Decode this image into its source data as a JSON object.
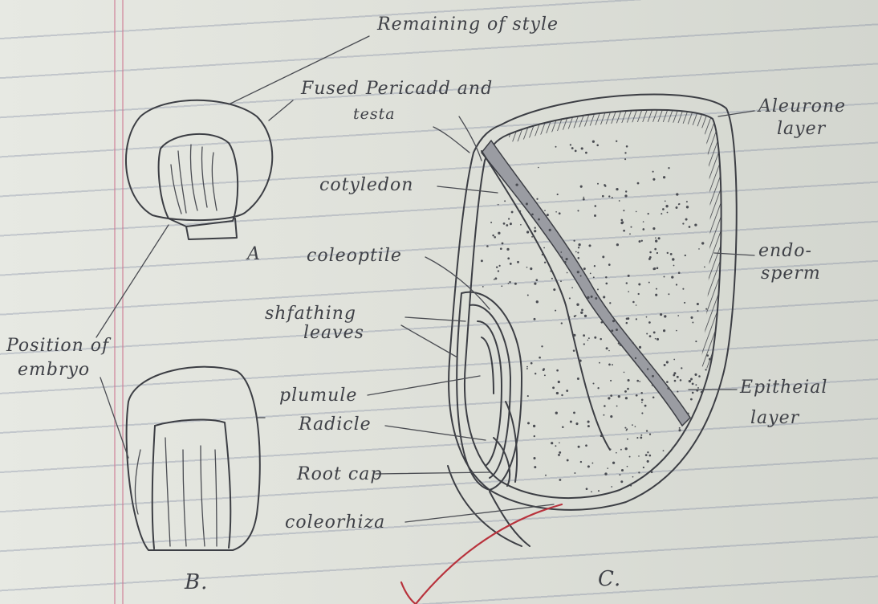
{
  "labels": {
    "remaining_style": "Remaining of style",
    "fused_pericarp_line1": "Fused Pericadd and",
    "fused_pericarp_line2": "testa",
    "aleurone_line1": "Aleurone",
    "aleurone_line2": "layer",
    "cotyledon": "cotyledon",
    "coleoptile": "coleoptile",
    "endosperm_line1": "endo-",
    "endosperm_line2": "sperm",
    "sheathing_line1": "shfathing",
    "sheathing_line2": "leaves",
    "position_line1": "Position of",
    "position_line2": "embryo",
    "plumule": "plumule",
    "epithelial_line1": "Epitheial",
    "epithelial_line2": "layer",
    "radicle": "Radicle",
    "root_cap": "Root cap",
    "coleorhiza": "coleorhiza"
  },
  "figure_letters": {
    "a": "A",
    "b": "B.",
    "c": "C."
  },
  "colors": {
    "ink": "#3c3e44",
    "ruled_line": "#6e7896",
    "margin_line": "#cd7891",
    "red_tick": "#b8323c",
    "paper": "#e2e4de"
  }
}
